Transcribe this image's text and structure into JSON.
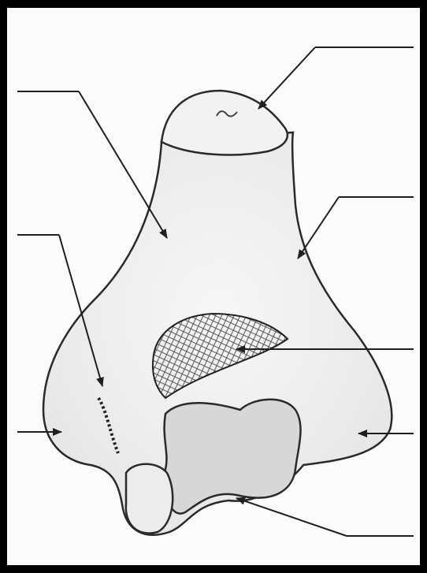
{
  "diagram": {
    "subject": "humerus-distal-end-line-drawing",
    "labels": [
      {
        "id": "shaft-cut-surface",
        "text": ""
      },
      {
        "id": "anterior-surface-upper-left",
        "text": ""
      },
      {
        "id": "lateral-border",
        "text": ""
      },
      {
        "id": "medial-border-right",
        "text": ""
      },
      {
        "id": "coronoid-fossa",
        "text": ""
      },
      {
        "id": "lateral-epicondyle",
        "text": ""
      },
      {
        "id": "medial-epicondyle",
        "text": ""
      },
      {
        "id": "trochlea",
        "text": ""
      }
    ],
    "colors": {
      "frame": "#000000",
      "paper": "#fbfbfb",
      "ink": "#1f1f1f",
      "bone_fill": "#f0f0f0",
      "articular_fill": "#d7d7d7"
    }
  }
}
